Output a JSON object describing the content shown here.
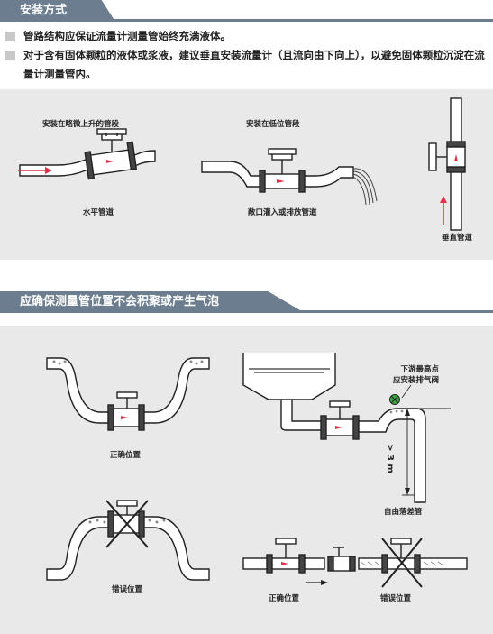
{
  "section1": {
    "title": "安装方式"
  },
  "bullets": [
    "管路结构应保证流量计测量管始终充满液体。",
    "对于含有固体颗粒的液体或浆液，建议垂直安装流量计（且流向由下向上），以避免固体颗粒沉淀在流量计测量管内。"
  ],
  "panel1": {
    "label_rising": "安装在略微上升的管段",
    "label_low": "安装在低位管段",
    "label_horizontal": "水平管道",
    "label_open_drain": "敞口灌入或排放管道",
    "label_vertical": "垂直管道"
  },
  "section2": {
    "title": "应确保测量管位置不会积聚或产生气泡"
  },
  "panel2": {
    "label_correct_1": "正确位置",
    "label_wrong_1": "错误位置",
    "label_vent": "下游最高点\n应安装排气阀",
    "label_height": "> 3 m",
    "label_free_fall": "自由落差管",
    "label_correct_2": "正确位置",
    "label_wrong_2": "错误位置"
  },
  "colors": {
    "header": "#6b7d8e",
    "panel": "#e9e9e9",
    "arrow": "#e0304a",
    "ok": "#3aa845"
  }
}
